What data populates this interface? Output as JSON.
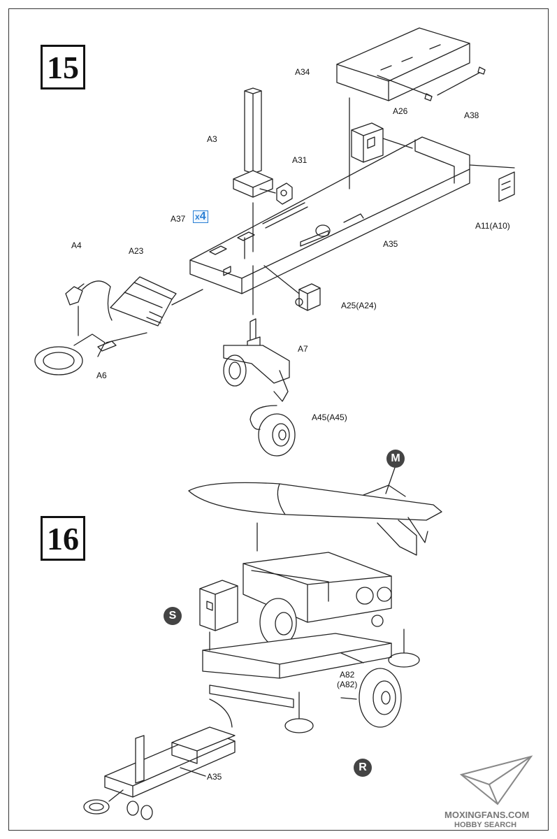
{
  "steps": {
    "step15": "15",
    "step16": "16"
  },
  "labels": {
    "a34": "A34",
    "a38": "A38",
    "a26": "A26",
    "a3": "A3",
    "a31": "A31",
    "a37": "A37",
    "x4_prefix": "x",
    "x4_num": "4",
    "a11": "A11(A10)",
    "a35_top": "A35",
    "a4": "A4",
    "a23": "A23",
    "a25": "A25(A24)",
    "a7": "A7",
    "a6": "A6",
    "a45": "A45(A45)",
    "a82_a": "A82",
    "a82_b": "(A82)",
    "a35_bottom": "A35"
  },
  "callouts": {
    "m": "M",
    "s": "S",
    "r": "R"
  },
  "watermark": {
    "site": "MOXINGFANS.COM",
    "brand": "HOBBY SEARCH"
  },
  "colors": {
    "line": "#222222",
    "badge": "#2a7fd4",
    "callout": "#444444"
  }
}
